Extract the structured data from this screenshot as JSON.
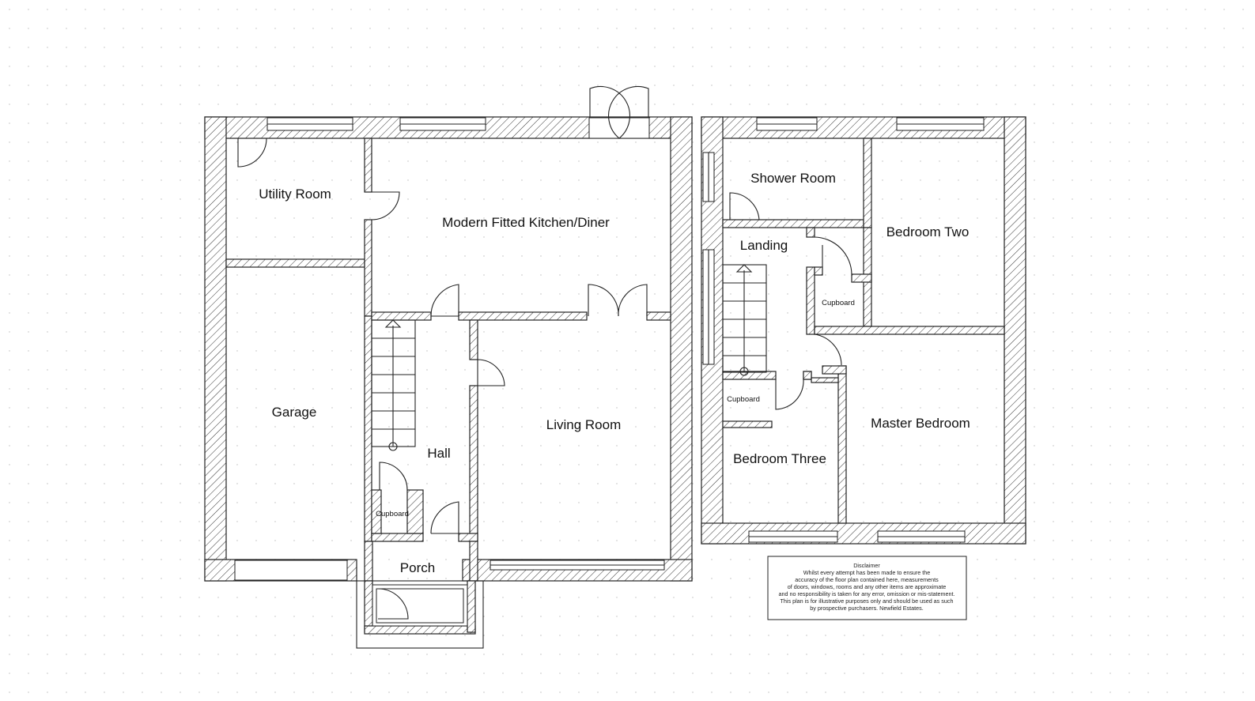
{
  "ground_floor": {
    "rooms": {
      "utility": "Utility Room",
      "kitchen": "Modern Fitted Kitchen/Diner",
      "garage": "Garage",
      "hall": "Hall",
      "living": "Living Room",
      "porch": "Porch",
      "cupboard": "Cupboard"
    }
  },
  "first_floor": {
    "rooms": {
      "shower": "Shower Room",
      "landing": "Landing",
      "bedroom_two": "Bedroom Two",
      "cupboard_a": "Cupboard",
      "cupboard_b": "Cupboard",
      "bedroom_three": "Bedroom Three",
      "master": "Master Bedroom"
    }
  },
  "disclaimer": {
    "title": "Disclaimer",
    "lines": [
      "Whilst every attempt has been made to ensure the",
      "accuracy of the floor plan contained here, measurements",
      "of doors, windows, rooms and any other items are approximate",
      "and no responsibility is taken for any error, omission or mis-statement.",
      "This plan is for illustrative purposes only and should be used as such",
      "by prospective purchasers. Newfield Estates."
    ]
  }
}
